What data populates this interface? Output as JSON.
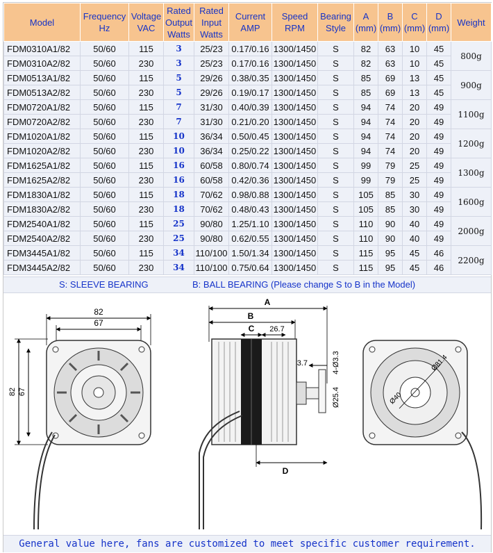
{
  "headers": [
    "Model",
    "Frequency Hz",
    "Voltage VAC",
    "Rated Output Watts",
    "Rated Input Watts",
    "Current AMP",
    "Speed RPM",
    "Bearing Style",
    "A (mm)",
    "B (mm)",
    "C (mm)",
    "D (mm)",
    "Weight"
  ],
  "rows": [
    [
      "FDM0310A1/82",
      "50/60",
      "115",
      "3",
      "25/23",
      "0.17/0.16",
      "1300/1450",
      "S",
      "82",
      "63",
      "10",
      "45"
    ],
    [
      "FDM0310A2/82",
      "50/60",
      "230",
      "3",
      "25/23",
      "0.17/0.16",
      "1300/1450",
      "S",
      "82",
      "63",
      "10",
      "45"
    ],
    [
      "FDM0513A1/82",
      "50/60",
      "115",
      "5",
      "29/26",
      "0.38/0.35",
      "1300/1450",
      "S",
      "85",
      "69",
      "13",
      "45"
    ],
    [
      "FDM0513A2/82",
      "50/60",
      "230",
      "5",
      "29/26",
      "0.19/0.17",
      "1300/1450",
      "S",
      "85",
      "69",
      "13",
      "45"
    ],
    [
      "FDM0720A1/82",
      "50/60",
      "115",
      "7",
      "31/30",
      "0.40/0.39",
      "1300/1450",
      "S",
      "94",
      "74",
      "20",
      "49"
    ],
    [
      "FDM0720A2/82",
      "50/60",
      "230",
      "7",
      "31/30",
      "0.21/0.20",
      "1300/1450",
      "S",
      "94",
      "74",
      "20",
      "49"
    ],
    [
      "FDM1020A1/82",
      "50/60",
      "115",
      "10",
      "36/34",
      "0.50/0.45",
      "1300/1450",
      "S",
      "94",
      "74",
      "20",
      "49"
    ],
    [
      "FDM1020A2/82",
      "50/60",
      "230",
      "10",
      "36/34",
      "0.25/0.22",
      "1300/1450",
      "S",
      "94",
      "74",
      "20",
      "49"
    ],
    [
      "FDM1625A1/82",
      "50/60",
      "115",
      "16",
      "60/58",
      "0.80/0.74",
      "1300/1450",
      "S",
      "99",
      "79",
      "25",
      "49"
    ],
    [
      "FDM1625A2/82",
      "50/60",
      "230",
      "16",
      "60/58",
      "0.42/0.36",
      "1300/1450",
      "S",
      "99",
      "79",
      "25",
      "49"
    ],
    [
      "FDM1830A1/82",
      "50/60",
      "115",
      "18",
      "70/62",
      "0.98/0.88",
      "1300/1450",
      "S",
      "105",
      "85",
      "30",
      "49"
    ],
    [
      "FDM1830A2/82",
      "50/60",
      "230",
      "18",
      "70/62",
      "0.48/0.43",
      "1300/1450",
      "S",
      "105",
      "85",
      "30",
      "49"
    ],
    [
      "FDM2540A1/82",
      "50/60",
      "115",
      "25",
      "90/80",
      "1.25/1.10",
      "1300/1450",
      "S",
      "110",
      "90",
      "40",
      "49"
    ],
    [
      "FDM2540A2/82",
      "50/60",
      "230",
      "25",
      "90/80",
      "0.62/0.55",
      "1300/1450",
      "S",
      "110",
      "90",
      "40",
      "49"
    ],
    [
      "FDM3445A1/82",
      "50/60",
      "115",
      "34",
      "110/100",
      "1.50/1.34",
      "1300/1450",
      "S",
      "115",
      "95",
      "45",
      "46"
    ],
    [
      "FDM3445A2/82",
      "50/60",
      "230",
      "34",
      "110/100",
      "0.75/0.64",
      "1300/1450",
      "S",
      "115",
      "95",
      "45",
      "46"
    ]
  ],
  "weights": [
    "800g",
    "900g",
    "1100g",
    "1200g",
    "1300g",
    "1600g",
    "2000g",
    "2200g"
  ],
  "bearing_note": {
    "sleeve": "S: SLEEVE BEARING",
    "ball": "B: BALL BEARING (Please change S to B in the Model)"
  },
  "drawing": {
    "front_width": "82",
    "front_inner_width": "67",
    "front_height": "82",
    "front_inner_height": "67",
    "dim_a": "A",
    "dim_b": "B",
    "dim_c": "C",
    "dim_d": "D",
    "dim_267": "26.7",
    "dim_37": "3.7",
    "dim_shaft_flat": "4-Ø3.3",
    "dim_shaft_dia": "Ø25.4",
    "rear_circle_large": "Ø81.4",
    "rear_circle_small": "Ø40"
  },
  "footer_note": "General value here, fans are customized to meet specific customer requirement."
}
